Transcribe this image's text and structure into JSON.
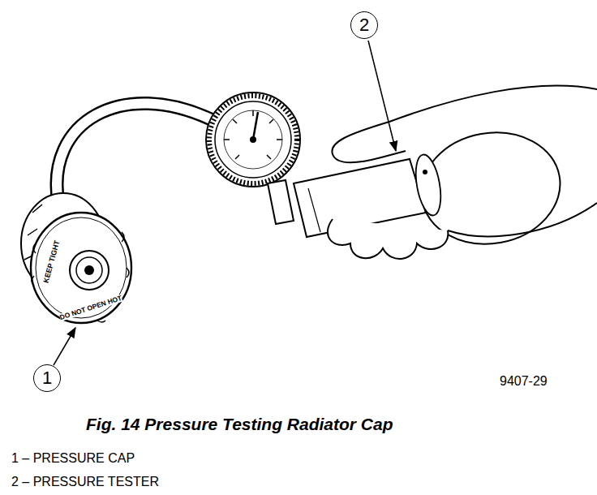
{
  "diagram": {
    "caption": "Fig. 14 Pressure Testing Radiator Cap",
    "nodes": [
      {
        "text": [
          "2"
        ]
      },
      {
        "text": [
          "1"
        ]
      }
    ],
    "edges": [],
    "labels": [
      "KEEP TIGHT",
      "DO NOT OPEN HOT",
      "9407-29",
      "1 – PRESSURE CAP",
      "2 – PRESSURE TESTER"
    ]
  }
}
